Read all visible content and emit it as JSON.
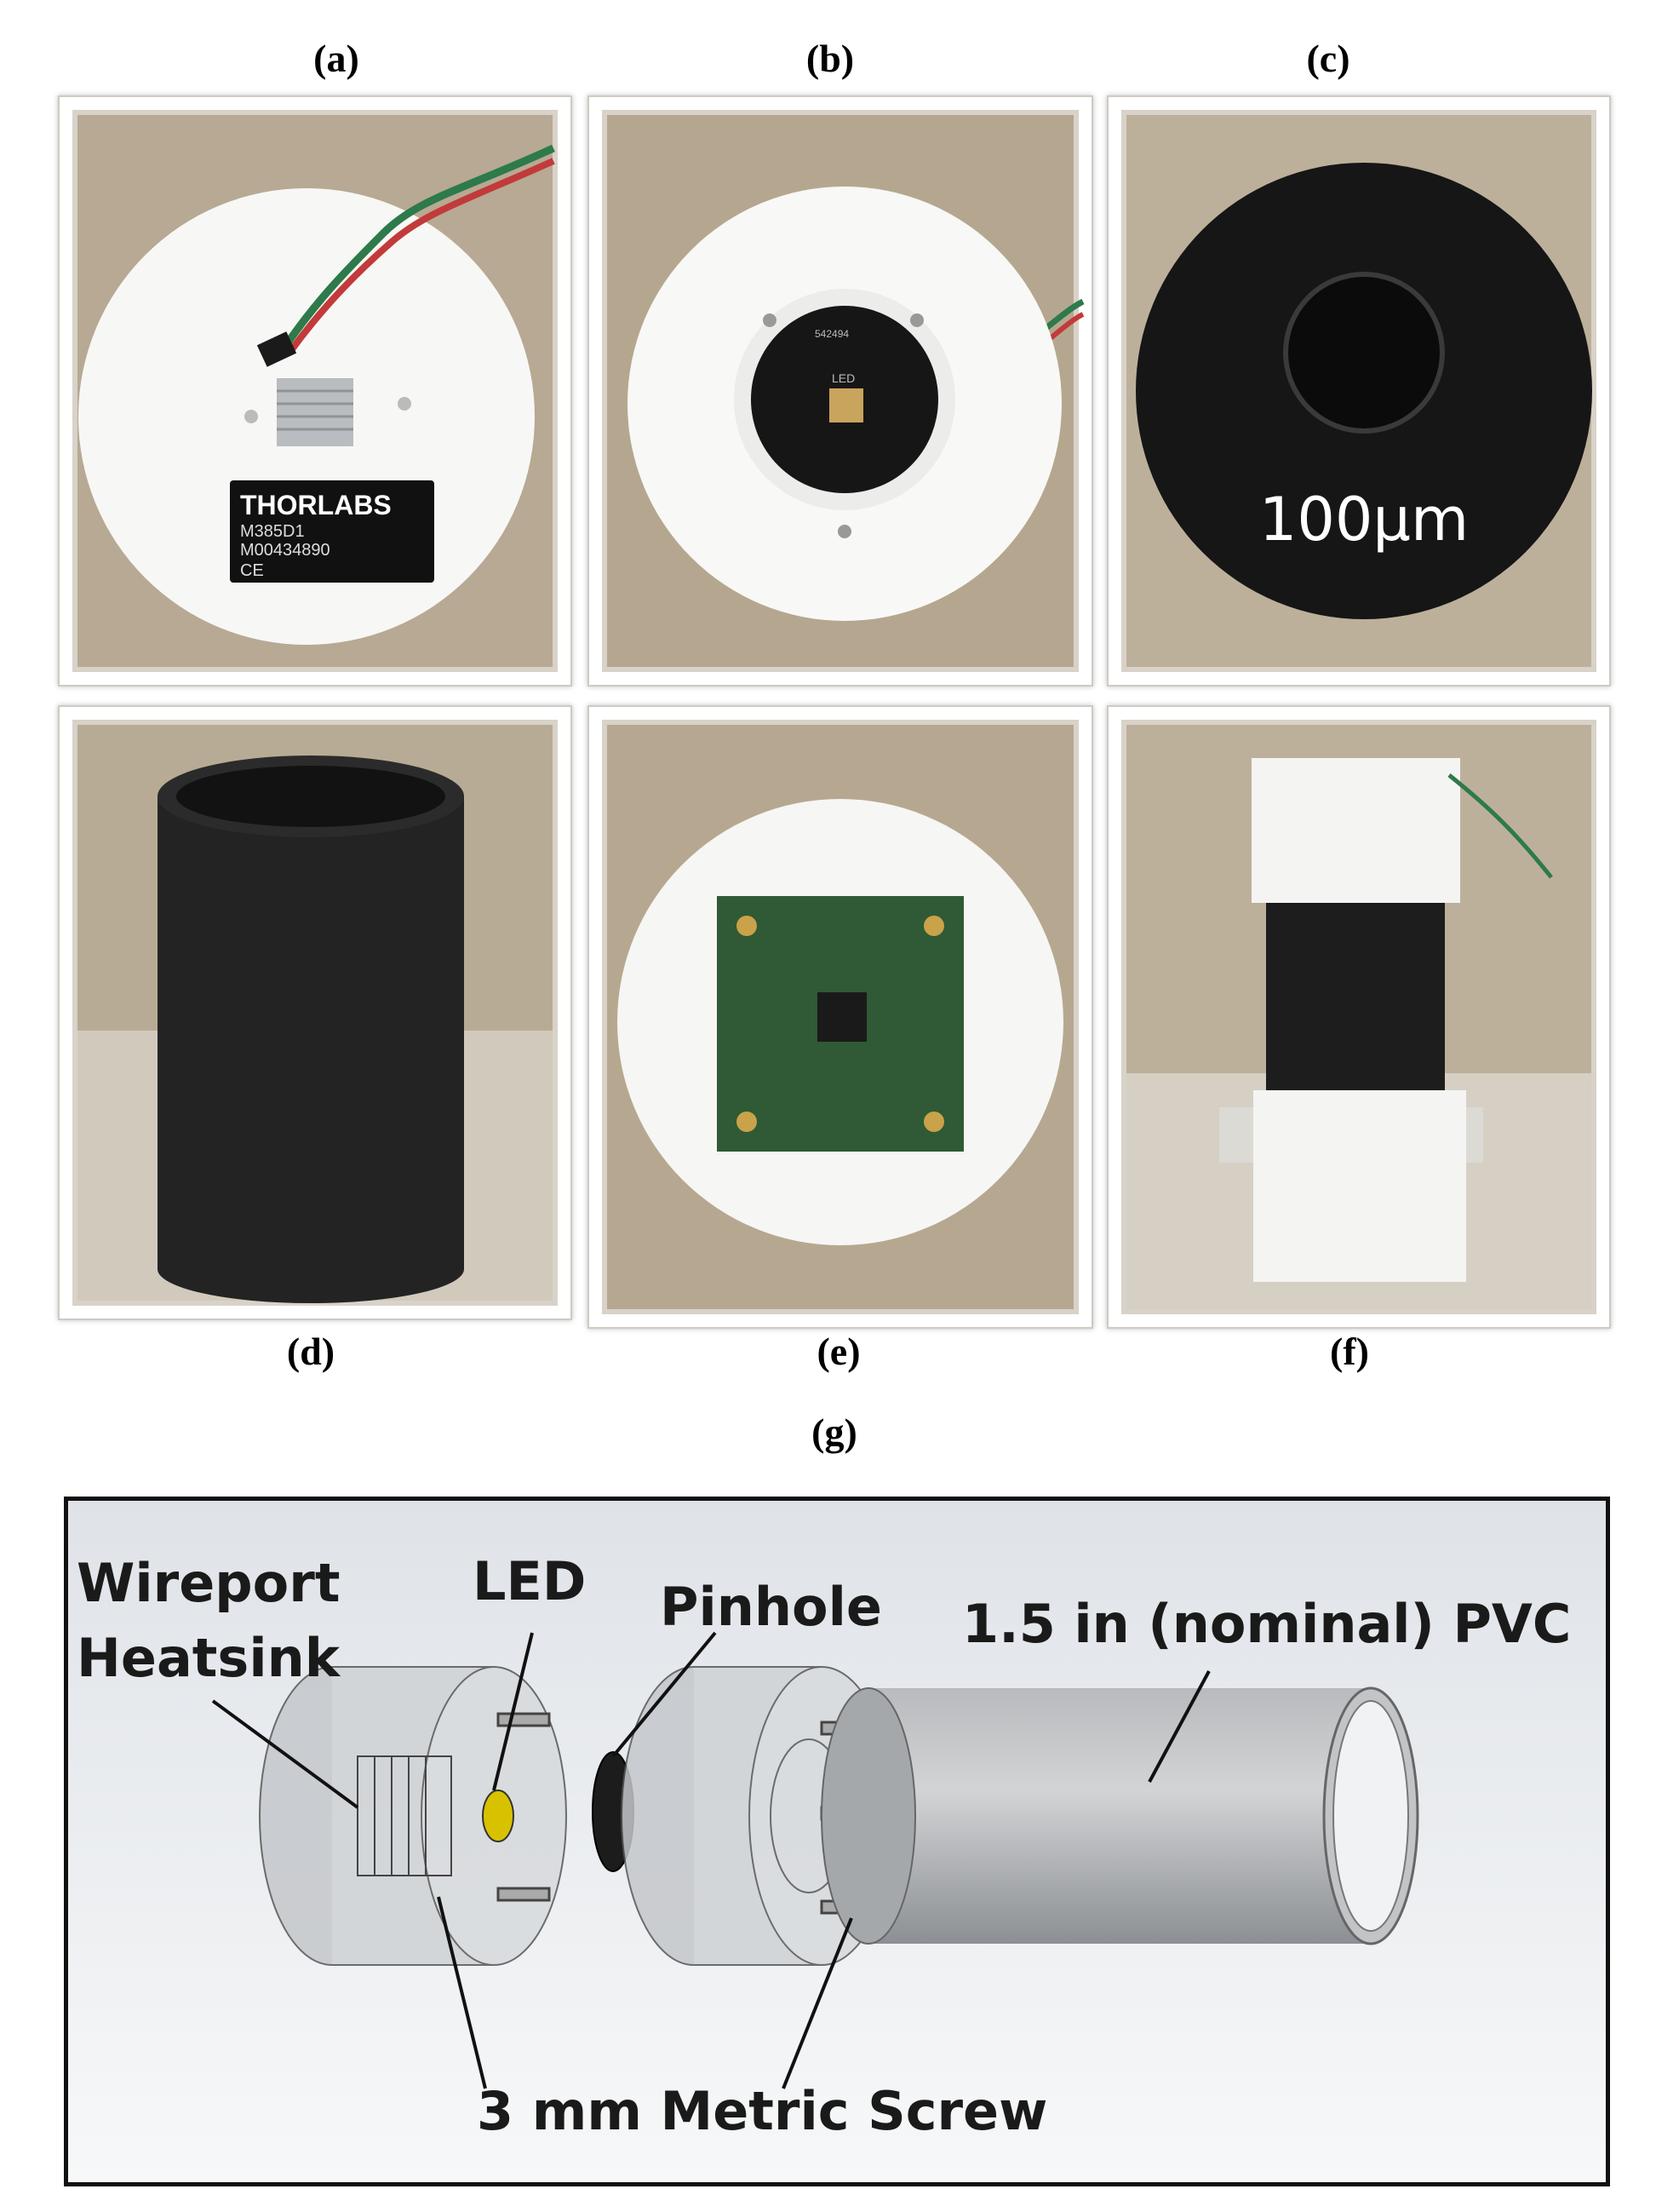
{
  "panels": {
    "a": {
      "label": "(a)",
      "plate": {
        "brand": "THORLABS",
        "model": "M385D1",
        "serial": "M00434890",
        "mark": "CE"
      }
    },
    "b": {
      "label": "(b)",
      "board_text": "542494",
      "led_text": "LED"
    },
    "c": {
      "label": "(c)",
      "pinhole_text": "100μm"
    },
    "d": {
      "label": "(d)"
    },
    "e": {
      "label": "(e)"
    },
    "f": {
      "label": "(f)"
    },
    "g": {
      "label": "(g)"
    }
  },
  "diagram": {
    "callouts": {
      "wireport": "Wireport",
      "heatsink": "Heatsink",
      "led": "LED",
      "pinhole": "Pinhole",
      "pvc": "1.5 in (nominal) PVC",
      "screw": "3 mm Metric Screw"
    }
  }
}
